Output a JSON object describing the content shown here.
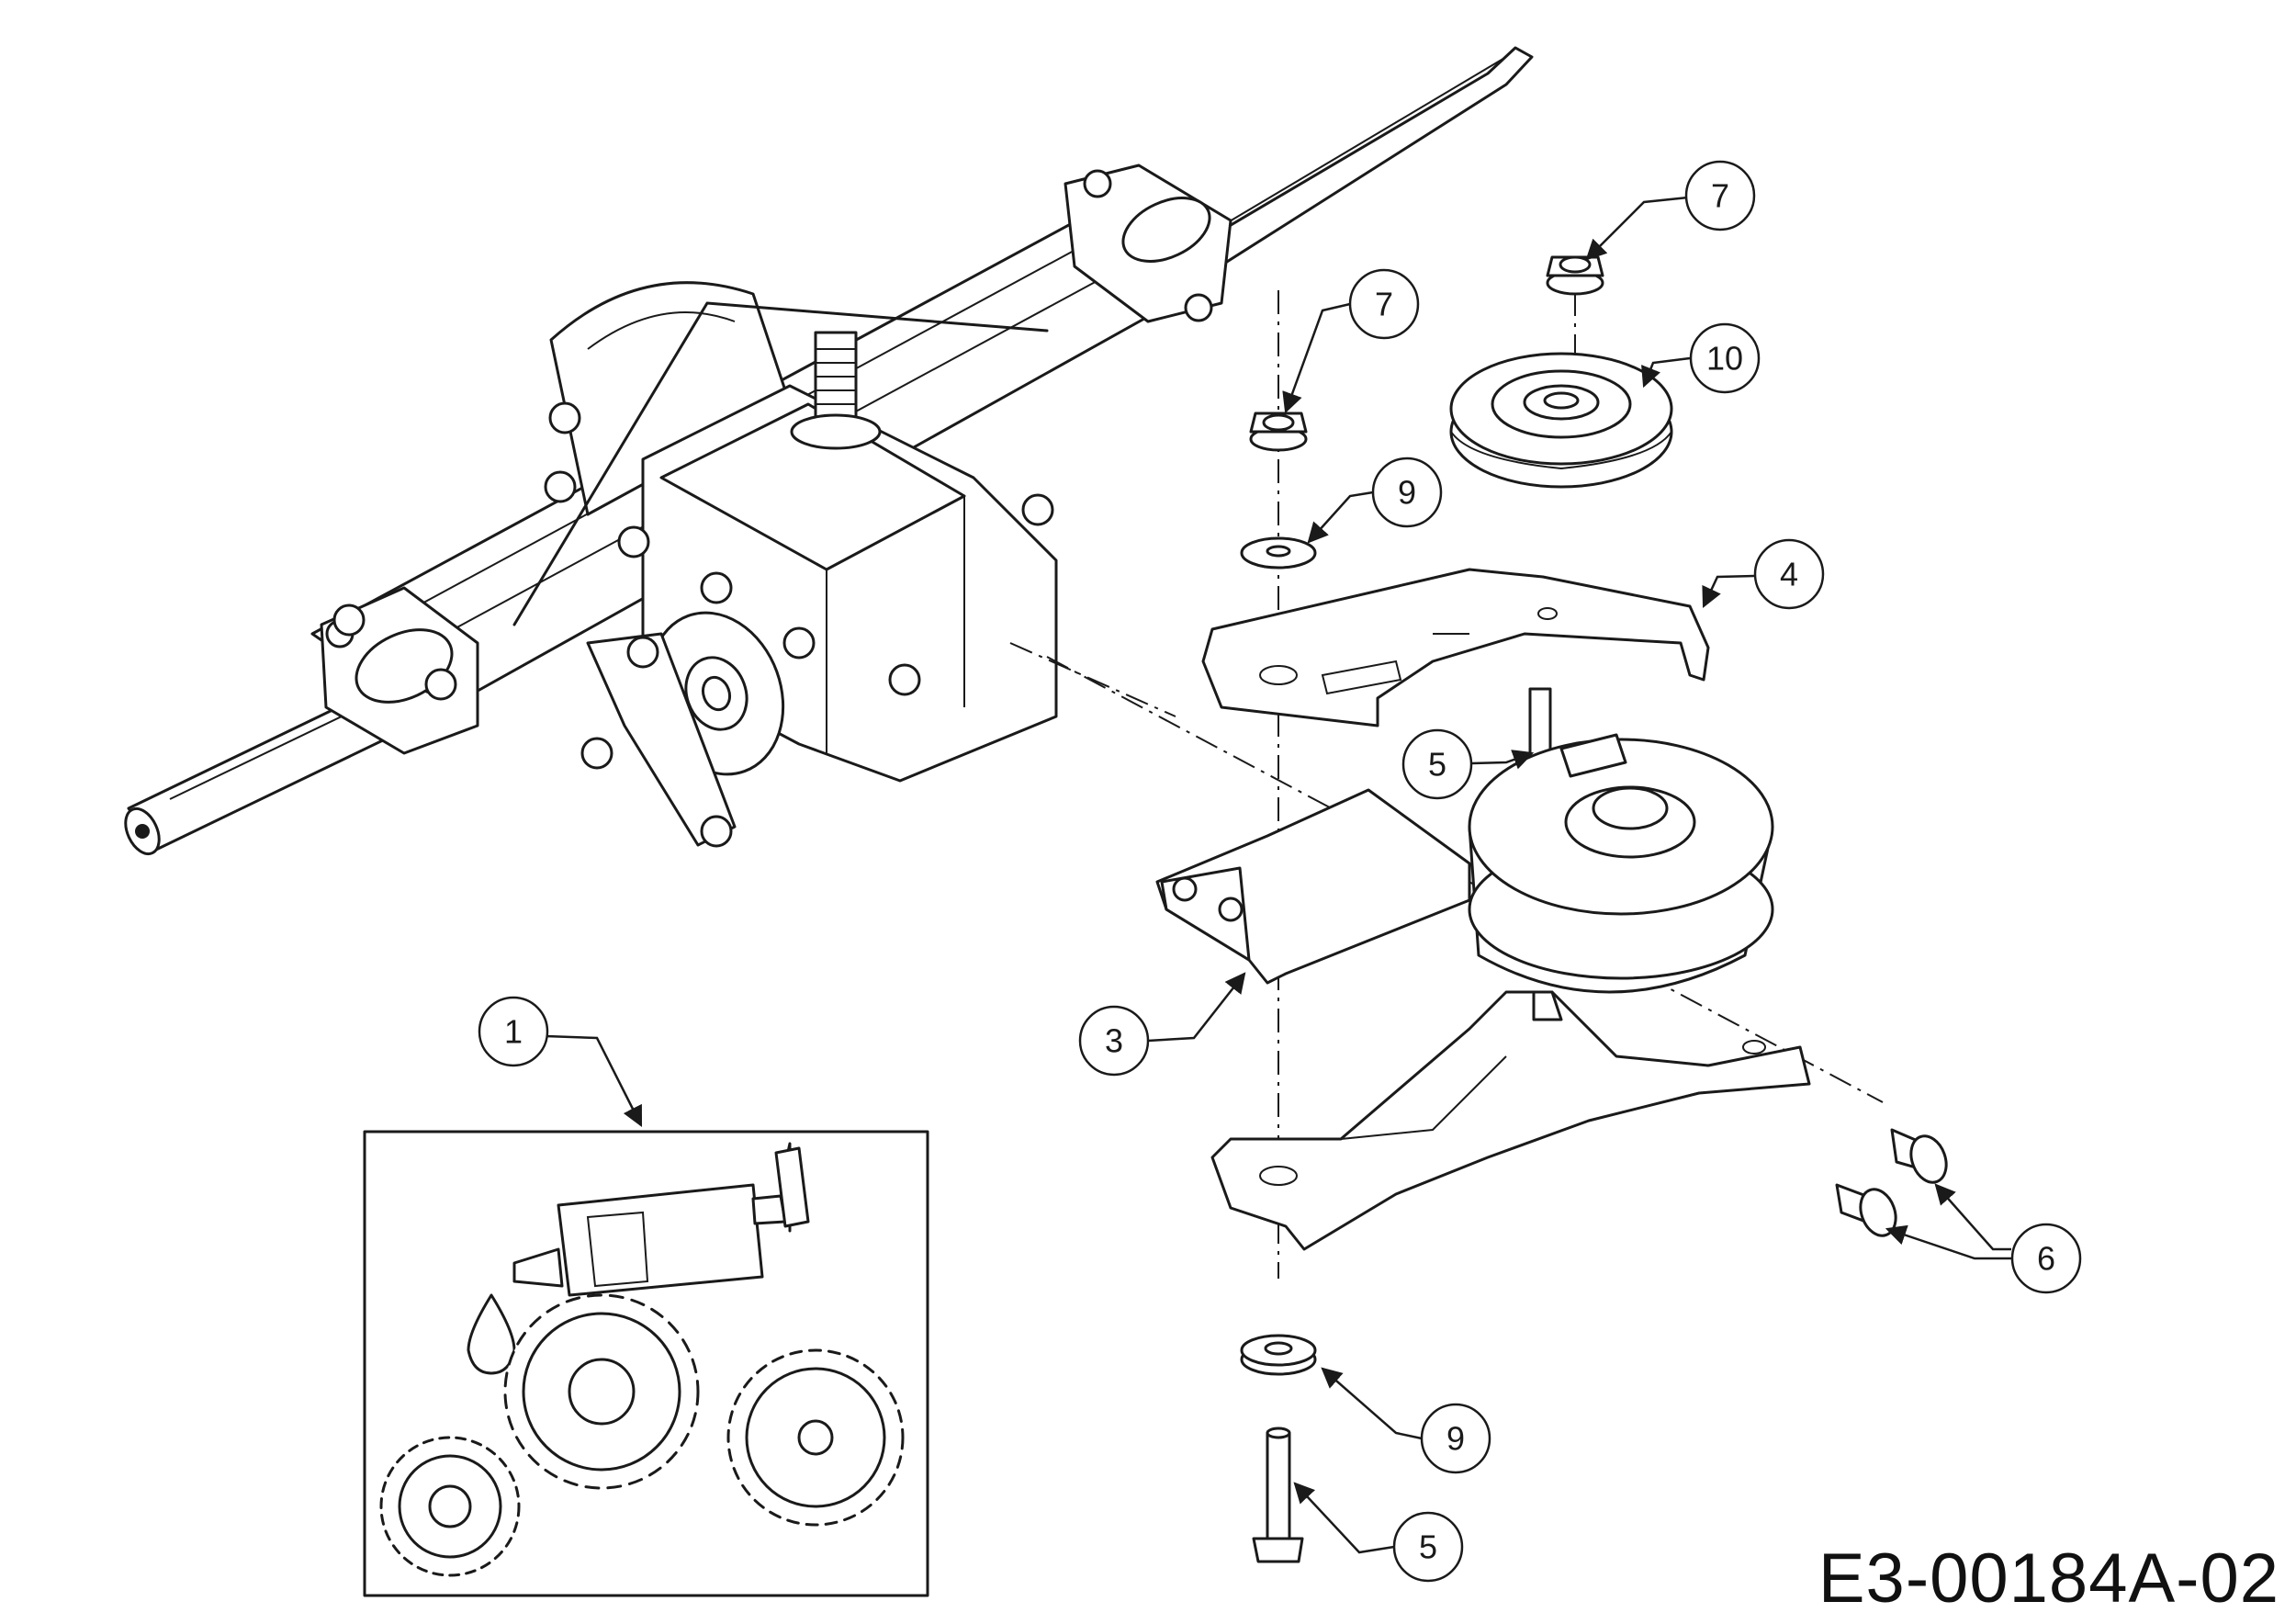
{
  "drawing_code": "E3-00184A-02",
  "callouts": [
    {
      "number": "1"
    },
    {
      "number": "3"
    },
    {
      "number": "4"
    },
    {
      "number": "5"
    },
    {
      "number": "5"
    },
    {
      "number": "6"
    },
    {
      "number": "7"
    },
    {
      "number": "7"
    },
    {
      "number": "9"
    },
    {
      "number": "9"
    },
    {
      "number": "10"
    }
  ],
  "colors": {
    "line": "#1a1a1a",
    "background": "#ffffff"
  }
}
